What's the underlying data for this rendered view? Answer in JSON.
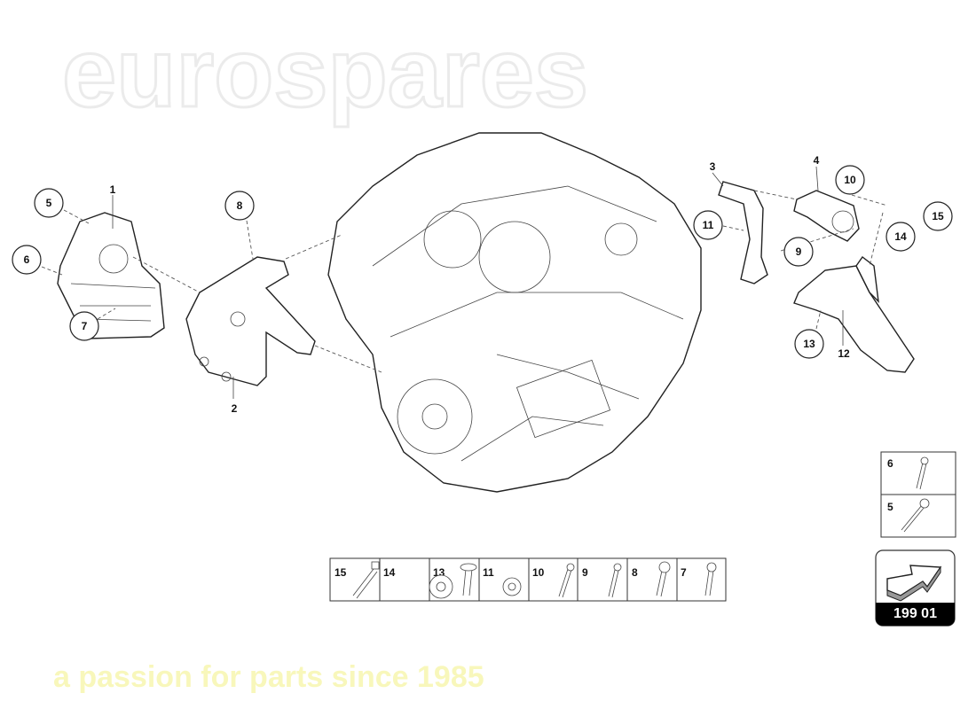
{
  "watermark": {
    "brand": "eurospares",
    "tagline": "a passion for parts since 1985"
  },
  "callouts": {
    "c1": "1",
    "c2": "2",
    "c3": "3",
    "c4": "4",
    "c5": "5",
    "c6": "6",
    "c7": "7",
    "c8": "8",
    "c9": "9",
    "c10": "10",
    "c11": "11",
    "c12": "12",
    "c13": "13",
    "c14": "14",
    "c15": "15"
  },
  "fastener_table": {
    "row": [
      "15",
      "14",
      "13",
      "11",
      "10",
      "9",
      "8",
      "7"
    ],
    "side": [
      "6",
      "5"
    ]
  },
  "page_ref": {
    "number": "199 01",
    "icon": "arrow-3d-icon"
  }
}
